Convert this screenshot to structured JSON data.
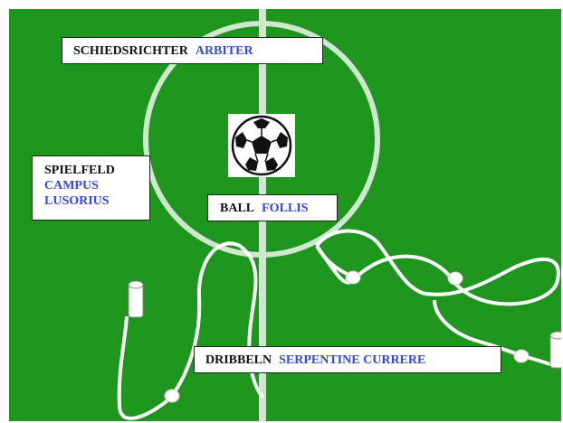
{
  "labels": {
    "referee": {
      "german": "SCHIEDSRICHTER",
      "latin": "ARBITER"
    },
    "field": {
      "german": "SPIELFELD",
      "latin_line1": "CAMPUS",
      "latin_line2": "LUSORIUS"
    },
    "ball": {
      "german": "BALL",
      "latin": "FOLLIS"
    },
    "dribbling": {
      "german": "DRIBBELN",
      "latin": "SERPENTINE CURRERE"
    }
  },
  "colors": {
    "pitch": "#1e961e",
    "lines": "#cfe6cf",
    "german_text": "#111111",
    "latin_text": "#3448e0",
    "label_background": "#ffffff"
  },
  "icons": [
    "soccer-ball-icon",
    "cone-icon",
    "node-icon"
  ]
}
